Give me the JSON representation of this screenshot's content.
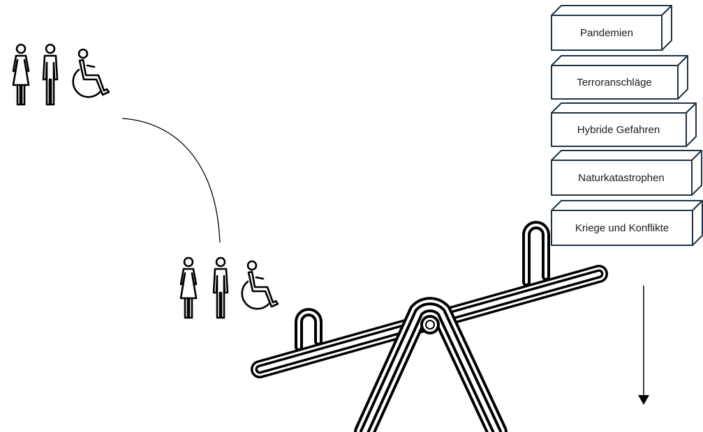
{
  "boxes": [
    {
      "label": "Pandemien"
    },
    {
      "label": "Terroranschläge"
    },
    {
      "label": "Hybride Gefahren"
    },
    {
      "label": "Naturkatastrophen"
    },
    {
      "label": "Kriege und Konflikte"
    }
  ],
  "colors": {
    "box_stroke": "#1f3347",
    "box_face": "#ffffff",
    "ink": "#000000"
  },
  "icons": [
    "woman-icon",
    "man-icon",
    "wheelchair-user-icon",
    "seesaw-icon",
    "down-arrow-icon"
  ]
}
